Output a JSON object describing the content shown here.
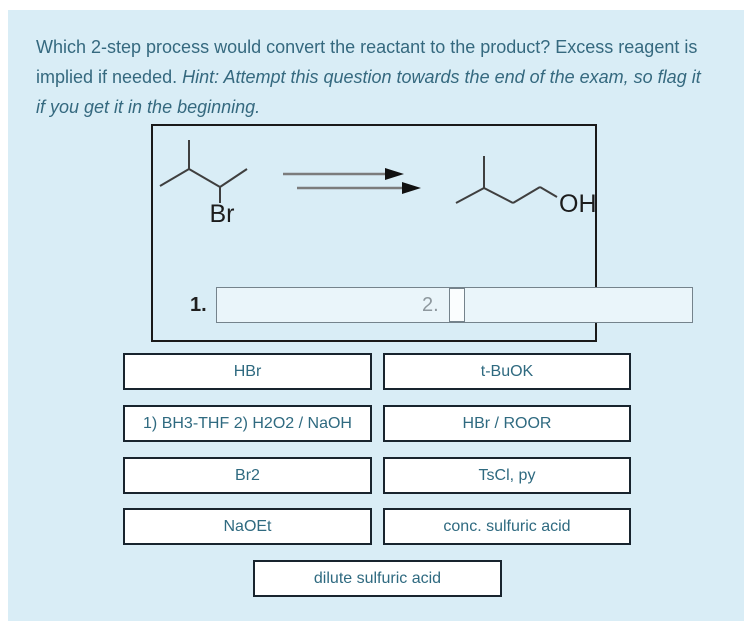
{
  "question": {
    "text_regular": "Which 2-step process would convert the reactant to the product? Excess reagent is implied if needed.",
    "text_italic": "Hint: Attempt this question towards the end of the exam, so flag it if you get it in the beginning."
  },
  "reaction_diagram": {
    "reactant_substituent_label": "Br",
    "product_substituent_label": "OH"
  },
  "blanks": {
    "blank1_label": "1.",
    "blank2_label": "2."
  },
  "answer_bank": {
    "options": [
      {
        "label": "HBr"
      },
      {
        "label": "t-BuOK"
      },
      {
        "label": "1) BH3-THF 2) H2O2 / NaOH"
      },
      {
        "label": "HBr / ROOR"
      },
      {
        "label": "Br2"
      },
      {
        "label": "TsCl, py"
      },
      {
        "label": "NaOEt"
      },
      {
        "label": "conc. sulfuric acid"
      },
      {
        "label": "dilute sulfuric acid"
      }
    ]
  },
  "colors": {
    "panel_background": "#d9edf6",
    "question_text": "#35697f",
    "option_text": "#2f6a80",
    "option_border": "#18242e",
    "blank_border": "#75838c",
    "structure_border": "#1a1a1a",
    "bond_stroke": "#3f3f3f",
    "arrow_line": "#7c7c7c",
    "arrow_head": "#111111"
  }
}
